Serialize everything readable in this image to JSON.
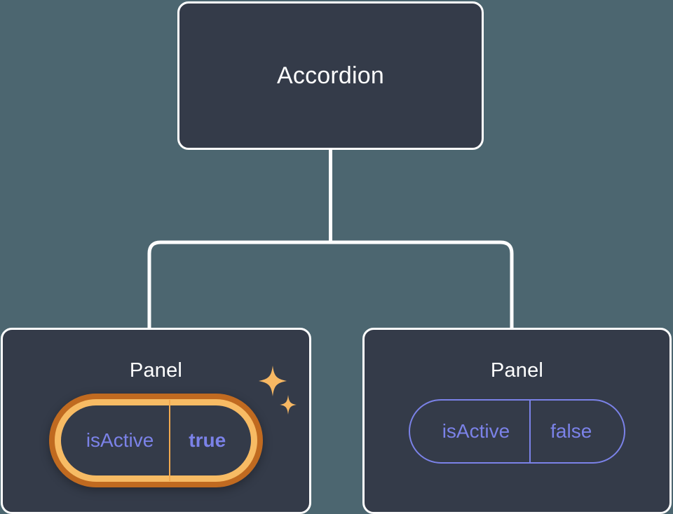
{
  "diagram": {
    "type": "component-tree",
    "background_color": "#4c6670",
    "node_fill_color": "#343b49",
    "node_border_color": "#ffffff",
    "prop_accent_color": "#7b82e8",
    "highlight_outer_color": "#c06a20",
    "highlight_inner_color": "#f7bb64",
    "root": {
      "title": "Accordion"
    },
    "children": [
      {
        "title": "Panel",
        "highlighted": true,
        "prop": {
          "key": "isActive",
          "value": "true"
        },
        "sparkle_icon": "sparkles-icon"
      },
      {
        "title": "Panel",
        "highlighted": false,
        "prop": {
          "key": "isActive",
          "value": "false"
        }
      }
    ]
  }
}
